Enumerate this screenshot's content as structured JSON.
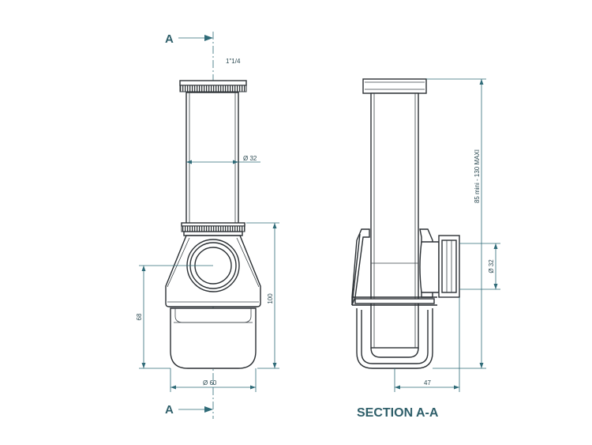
{
  "section_marker": "A",
  "section_title": "SECTION A-A",
  "dimensions": {
    "thread": "1\"1/4",
    "tube_diameter": "Ø 32",
    "height_100": "100",
    "height_68": "68",
    "bottle_diameter": "Ø 60",
    "adjustable_height": "85 mini - 130 MAXI",
    "outlet_diameter": "Ø 32",
    "outlet_offset": "47"
  },
  "colors": {
    "outline": "#2a2f33",
    "dimension_lines": "#2f6b78",
    "title": "#2f5f6a"
  }
}
